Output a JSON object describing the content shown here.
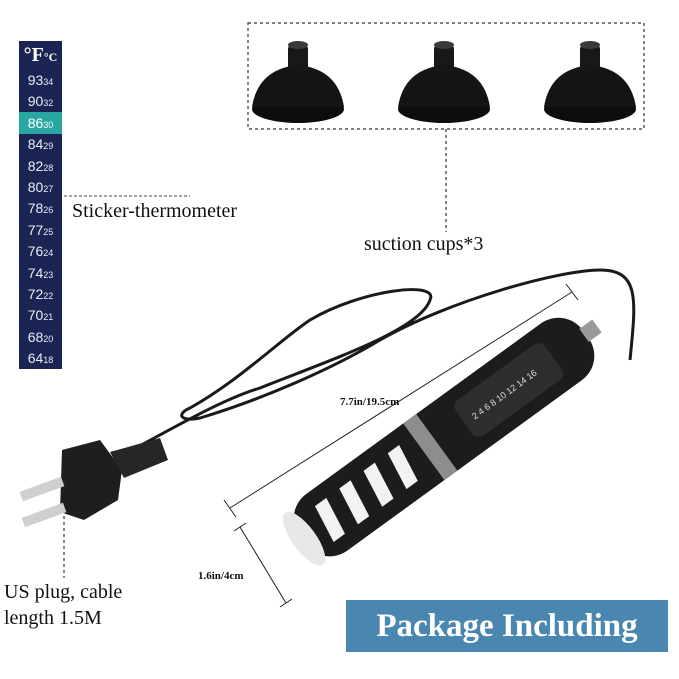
{
  "thermometer": {
    "header_f": "°F",
    "header_c": "°C",
    "rows": [
      {
        "f": "93",
        "c": "34"
      },
      {
        "f": "90",
        "c": "32"
      },
      {
        "f": "86",
        "c": "30"
      },
      {
        "f": "84",
        "c": "29"
      },
      {
        "f": "82",
        "c": "28"
      },
      {
        "f": "80",
        "c": "27"
      },
      {
        "f": "78",
        "c": "26"
      },
      {
        "f": "77",
        "c": "25"
      },
      {
        "f": "76",
        "c": "24"
      },
      {
        "f": "74",
        "c": "23"
      },
      {
        "f": "72",
        "c": "22"
      },
      {
        "f": "70",
        "c": "21"
      },
      {
        "f": "68",
        "c": "20"
      },
      {
        "f": "64",
        "c": "18"
      }
    ],
    "active_index": 2,
    "colors": {
      "strip": "#1b2452",
      "active": "#2aa7a3"
    }
  },
  "labels": {
    "thermometer": "Sticker-thermometer",
    "suction": "suction cups*3",
    "plug_line1": "US plug, cable",
    "plug_line2": "length 1.5M",
    "length": "7.7in/19.5cm",
    "diameter": "1.6in/4cm"
  },
  "badge": {
    "text": "Package Including",
    "color": "#4a87b0"
  }
}
